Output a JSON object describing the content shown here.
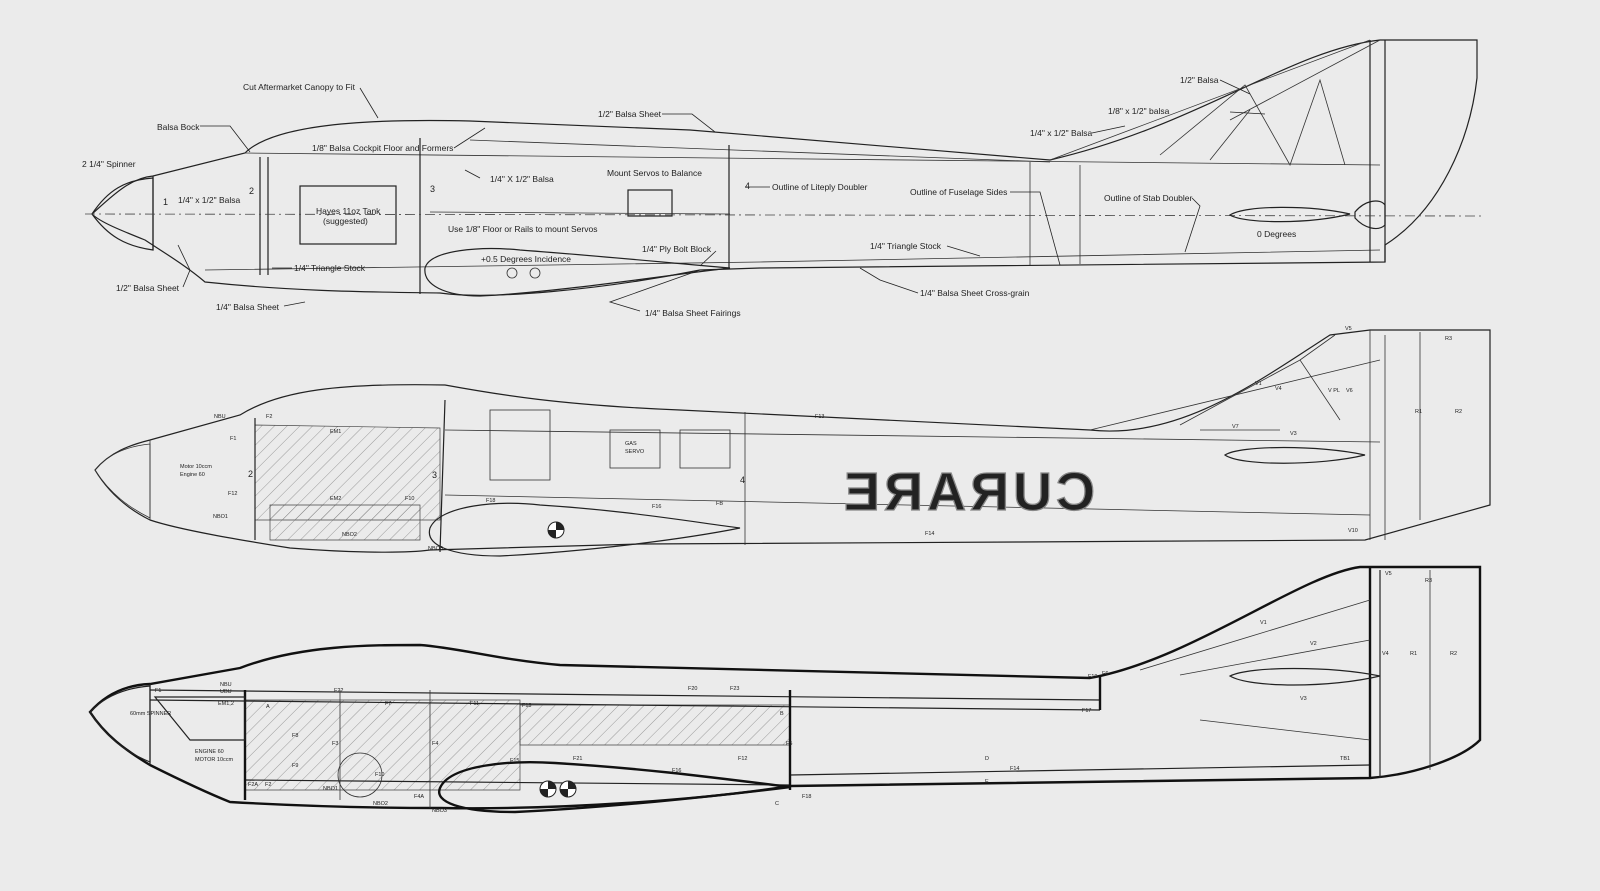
{
  "top_view": {
    "labels": {
      "canopy": "Cut Aftermarket Canopy to Fit",
      "balsa_bock": "Balsa Bock",
      "spinner": "2 1/4\" Spinner",
      "cockpit_floor": "1/8\" Balsa Cockpit Floor and Formers",
      "half_balsa_sheet_top": "1/2\" Balsa Sheet",
      "quarter_half_balsa_a": "1/4\" X 1/2\" Balsa",
      "quarter_half_balsa_b": "1/4\" x 1/2\" Balsa",
      "mount_servos": "Mount Servos to Balance",
      "tank": "Hayes 11oz Tank",
      "tank_note": "(suggested)",
      "floor_rails": "Use 1/8\" Floor or Rails to mount Servos",
      "liteply": "Outline of Liteply Doubler",
      "incidence": "+0.5 Degrees Incidence",
      "ply_bolt": "1/4\" Ply Bolt Block",
      "triangle_a": "1/4\" Triangle Stock",
      "triangle_b": "1/4\" Triangle Stock",
      "half_balsa_sheet_low": "1/2\" Balsa Sheet",
      "quarter_balsa_sheet": "1/4\" Balsa Sheet",
      "fairings": "1/4\" Balsa Sheet Fairings",
      "cross_grain": "1/4\" Balsa Sheet Cross-grain",
      "fuselage_sides": "Outline of Fuselage Sides",
      "stab_doubler": "Outline of Stab Doubler",
      "zero_degrees": "0 Degrees",
      "half_balsa": "1/2\" Balsa",
      "eighth_half_balsa": "1/8\" x 1/2\" balsa",
      "quarter_half_balsa_c": "1/4\" x 1/2\" Balsa",
      "station_1": "1",
      "station_2": "2",
      "station_3": "3",
      "station_4": "4"
    }
  },
  "middle_view": {
    "logo": "CURARE",
    "labels": {
      "nbu": "NBU",
      "f2": "F2",
      "f1": "F1",
      "em1": "EM1",
      "em2": "EM2",
      "f12": "F12",
      "nbo1": "NBO1",
      "nbo2": "NBO2",
      "nbo3": "NBO3",
      "f10": "F10",
      "f18": "F18",
      "f16": "F16",
      "f13": "F13",
      "fb": "FB",
      "f14": "F14",
      "engine": "Engine 60",
      "motor": "Motor 10ccm",
      "v1": "V1",
      "v3": "V3",
      "v4": "V4",
      "v5": "V5",
      "v6": "V6",
      "v7": "V7",
      "vpl": "V PL",
      "v10": "V10",
      "r1": "R1",
      "r2": "R2",
      "r3": "R3",
      "gas": "GAS",
      "servo": "SERVO",
      "n2": "2",
      "n3": "3",
      "n4": "4"
    }
  },
  "bottom_view": {
    "labels": {
      "nbu": "NBU",
      "ubu": "UBU",
      "f1": "F1",
      "f2": "F2",
      "f2a": "F2A",
      "f3": "F3",
      "f4": "F4",
      "f4a": "F4A",
      "f5": "F5",
      "f6": "F6",
      "f7": "F7",
      "f8": "F8",
      "f9": "F9",
      "f10": "F10",
      "f11": "F11",
      "f12": "F12",
      "f13": "F13",
      "f14": "F14",
      "f15": "F15",
      "f16": "F16",
      "f17": "F17",
      "f18": "F18",
      "f19": "F19",
      "f20": "F20",
      "f21": "F21",
      "f22": "F22",
      "f23": "F23",
      "em12": "EM1,2",
      "nbo1": "NBO1",
      "nbo2": "NBO2",
      "nbo3": "NBO3",
      "spinner": "60mm SPINNER",
      "engine": "ENGINE 60",
      "motor": "MOTOR 10ccm",
      "v1": "V1",
      "v2": "V2",
      "v3": "V3",
      "v4": "V4",
      "v5": "V5",
      "r1": "R1",
      "r2": "R2",
      "r3": "R3",
      "tb1": "TB1",
      "a": "A",
      "b": "B",
      "c": "C",
      "d": "D",
      "e": "E"
    }
  }
}
